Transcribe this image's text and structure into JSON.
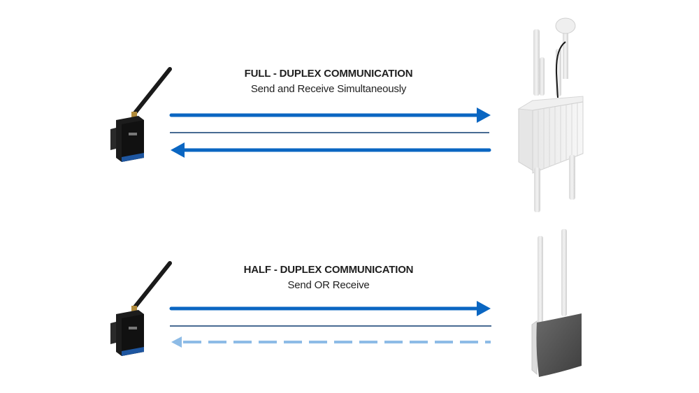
{
  "diagram": {
    "colors": {
      "arrow_primary": "#0a66c2",
      "arrow_inactive": "#8dbbe6",
      "divider": "#0b3a6e",
      "text": "#1f1f1f"
    },
    "sections": [
      {
        "id": "full-duplex",
        "title": "FULL - DUPLEX COMMUNICATION",
        "subtitle": "Send and Receive Simultaneously",
        "left_device": "serial-wireless-modem",
        "right_device": "outdoor-gateway-with-gps",
        "arrows": [
          {
            "direction": "right",
            "style": "solid",
            "state": "active"
          },
          {
            "direction": "left",
            "style": "solid",
            "state": "active"
          }
        ]
      },
      {
        "id": "half-duplex",
        "title": "HALF - DUPLEX COMMUNICATION",
        "subtitle": "Send OR Receive",
        "left_device": "serial-wireless-modem",
        "right_device": "outdoor-panel-access-point",
        "arrows": [
          {
            "direction": "right",
            "style": "solid",
            "state": "active"
          },
          {
            "direction": "left",
            "style": "dashed",
            "state": "inactive"
          }
        ]
      }
    ]
  }
}
